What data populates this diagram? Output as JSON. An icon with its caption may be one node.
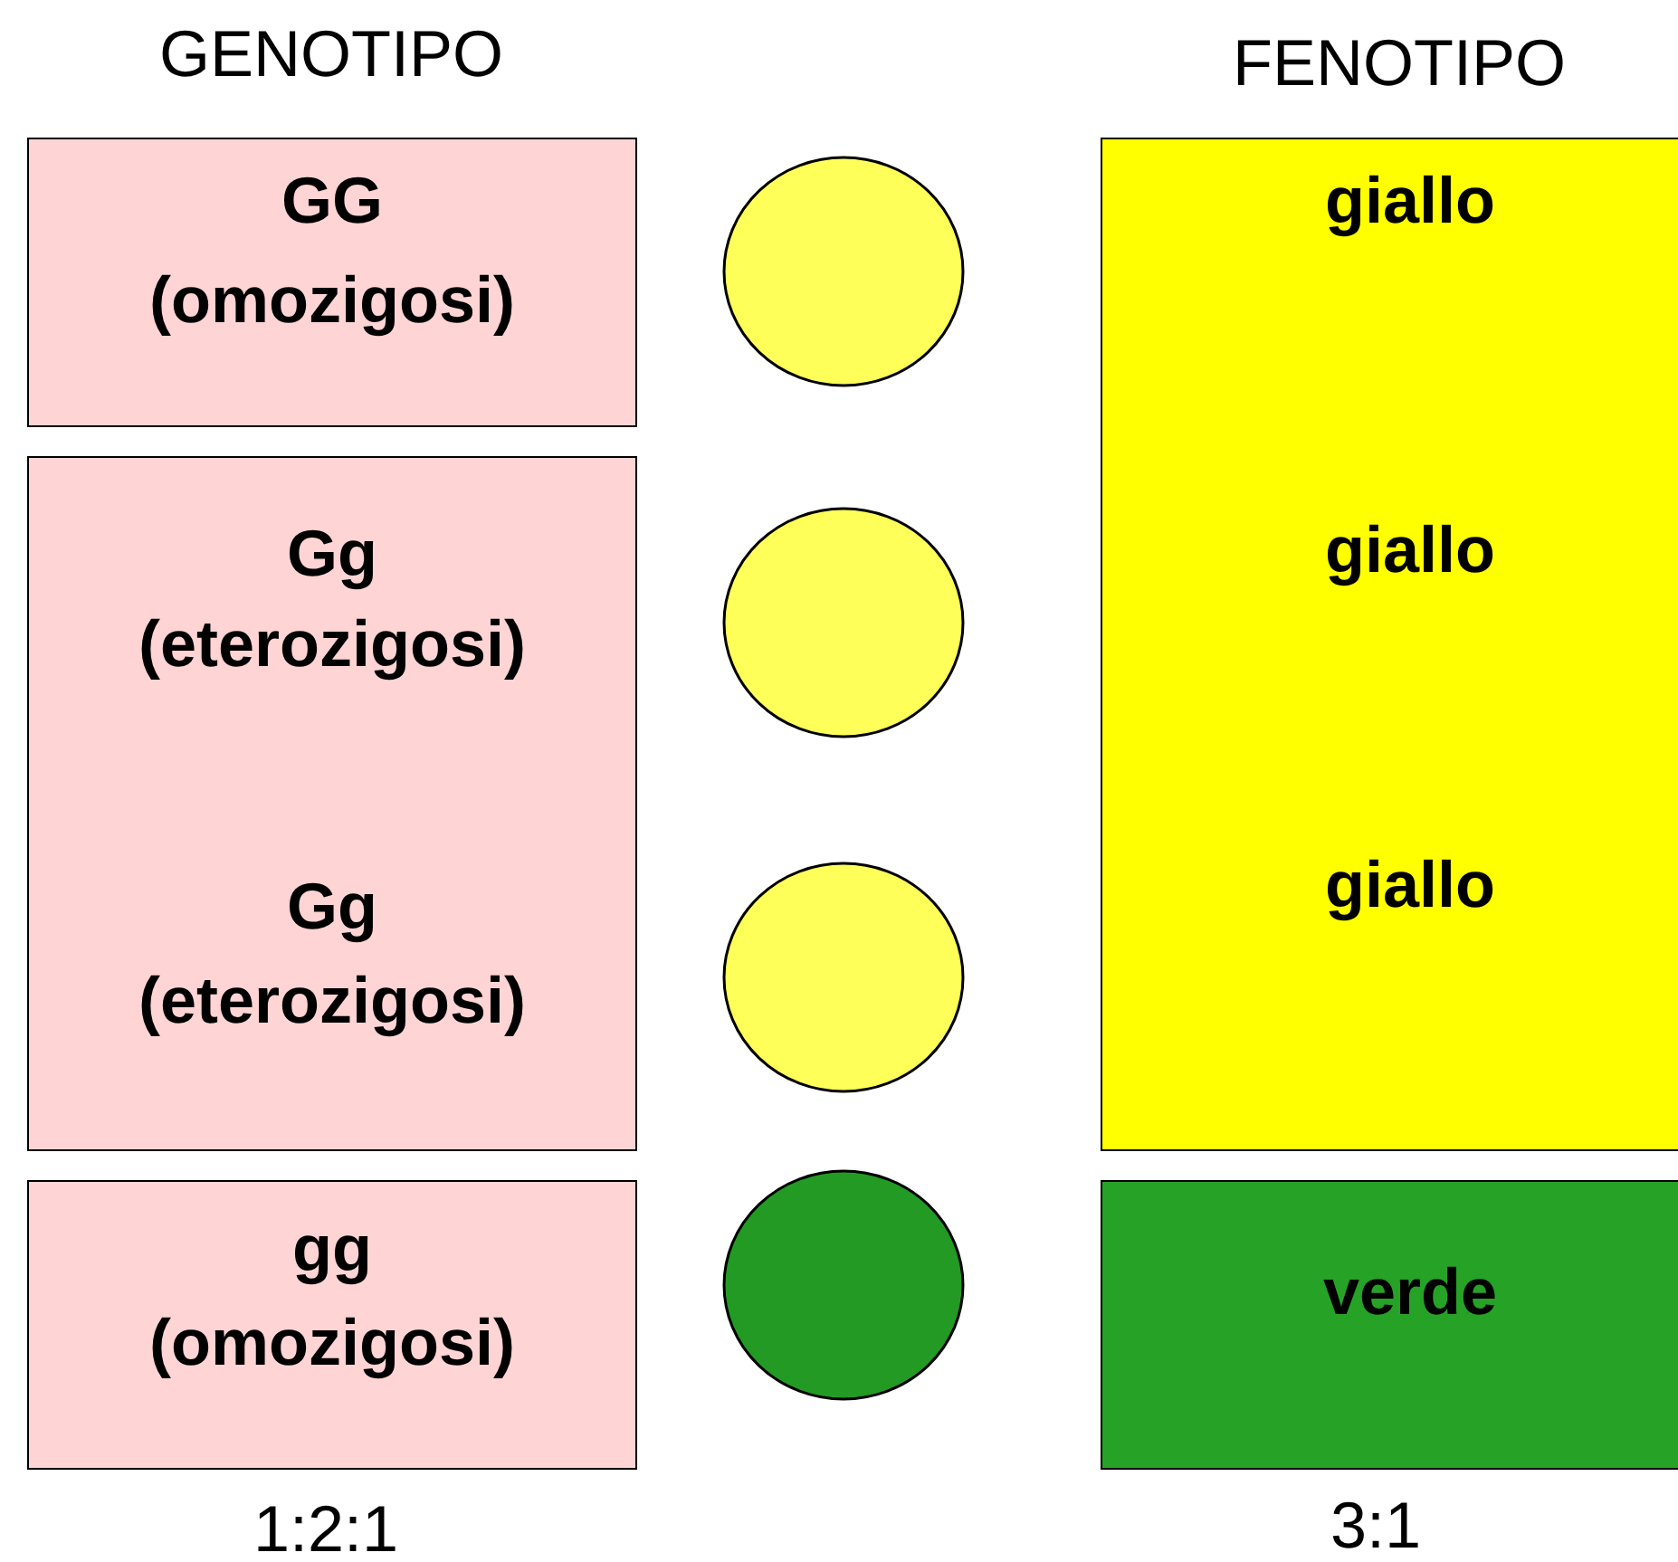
{
  "diagram": {
    "nodes": [
      {
        "text": [
          "GG",
          "(omozigosi)"
        ]
      },
      {
        "text": [
          "Gg",
          "(eterozigosi)",
          "Gg",
          "(eterozigosi)"
        ]
      },
      {
        "text": [
          "gg",
          "(omozigosi)"
        ]
      },
      {
        "text": [],
        "shape": "circle"
      },
      {
        "text": [],
        "shape": "circle"
      },
      {
        "text": [],
        "shape": "circle"
      },
      {
        "text": [],
        "shape": "circle"
      },
      {
        "text": [
          "giallo",
          "giallo",
          "giallo"
        ]
      },
      {
        "text": [
          "verde"
        ]
      }
    ],
    "labels": [
      "GENOTIPO",
      "FENOTIPO",
      "1:2:1",
      "3:1"
    ]
  }
}
